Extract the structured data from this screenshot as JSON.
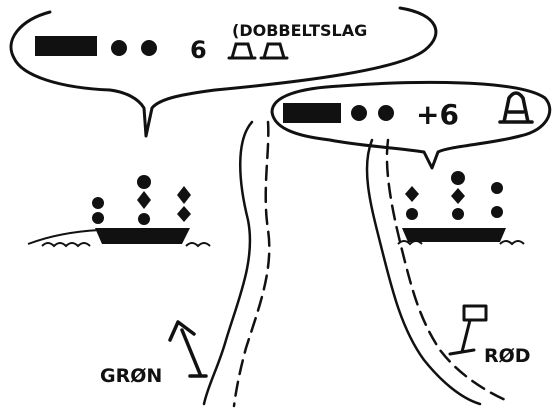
{
  "left_signal": {
    "speed_sign": "6",
    "note": "(DOBBELTSLAG"
  },
  "right_signal": {
    "speed_sign": "+6"
  },
  "labels": {
    "green": "GRØN",
    "red": "RØD"
  },
  "colors": {
    "ink": "#111111",
    "paper": "#ffffff"
  }
}
